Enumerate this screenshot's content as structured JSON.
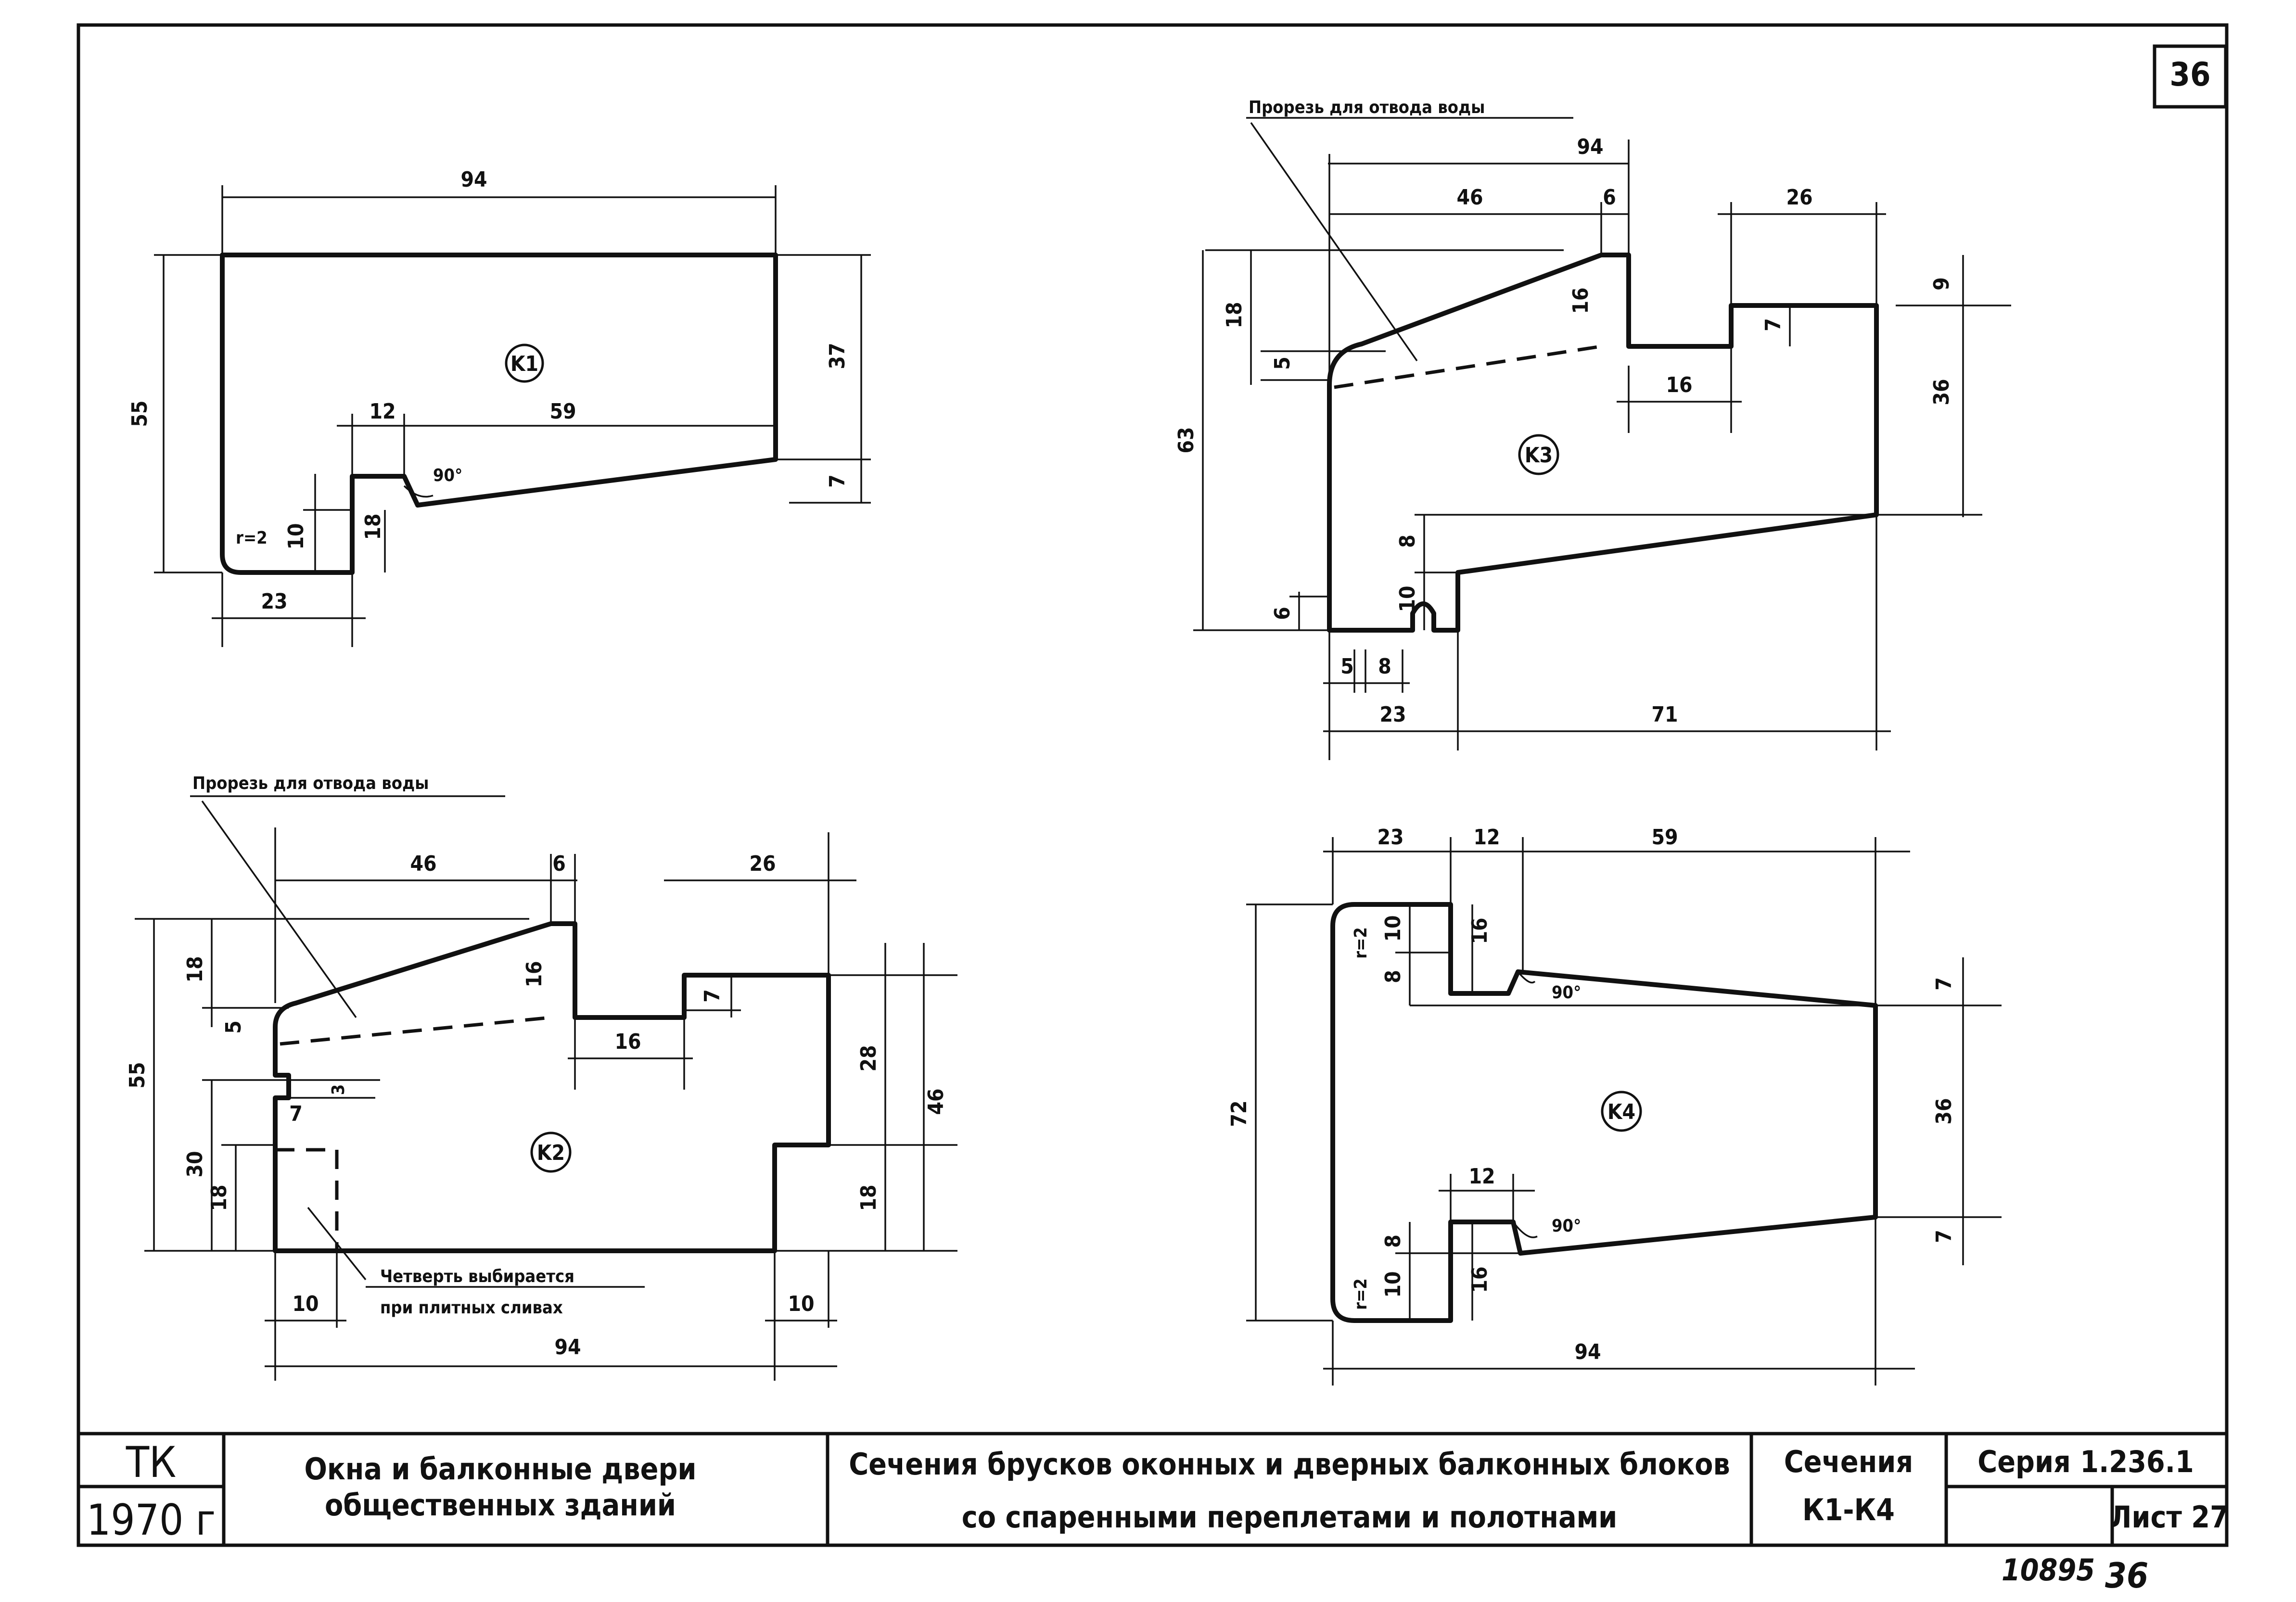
{
  "sheet": {
    "corner_number": "36"
  },
  "section_k1": {
    "label": "K1",
    "dims": {
      "top": "94",
      "left": "55",
      "right_upper": "37",
      "right_lower": "7",
      "mid_12": "12",
      "mid_59": "59",
      "angle": "90°",
      "radius": "r=2",
      "h10": "10",
      "h18": "18",
      "bottom": "23"
    }
  },
  "section_k3": {
    "note": "Прорезь для отвода воды",
    "label": "K3",
    "dims": {
      "total": "94",
      "d46": "46",
      "d6": "6",
      "d26": "26",
      "l18": "18",
      "l5": "5",
      "l16": "16",
      "r9": "9",
      "r7": "7",
      "r36": "36",
      "mid16": "16",
      "h63": "63",
      "h8": "8",
      "h10": "10",
      "h6": "6",
      "b5": "5",
      "b8": "8",
      "b23": "23",
      "b71": "71"
    }
  },
  "section_k2": {
    "note": "Прорезь для отвода воды",
    "label": "K2",
    "note_bottom_1": "Четверть выбирается",
    "note_bottom_2": "при плитных сливах",
    "dims": {
      "d46": "46",
      "d6": "6",
      "d26": "26",
      "l18": "18",
      "l5": "5",
      "l55": "55",
      "l16": "16",
      "mid16": "16",
      "r7": "7",
      "r28": "28",
      "r46": "46",
      "r18": "18",
      "l3": "3",
      "l7": "7",
      "l30": "30",
      "l18b": "18",
      "b10a": "10",
      "b10b": "10",
      "b94": "94"
    }
  },
  "section_k4": {
    "label": "K4",
    "dims": {
      "t23": "23",
      "t12": "12",
      "t59": "59",
      "h72": "72",
      "r7a": "7",
      "r36": "36",
      "r7b": "7",
      "top10": "10",
      "top8": "8",
      "top16": "16",
      "angle_top": "90°",
      "radius_top": "r=2",
      "mid12": "12",
      "angle_bot": "90°",
      "bot8": "8",
      "bot10": "10",
      "bot16": "16",
      "radius_bot": "r=2",
      "b94": "94"
    }
  },
  "title_block": {
    "org": "ТК",
    "year": "1970 г",
    "subject_1": "Окна и балконные двери",
    "subject_2": "общественных зданий",
    "title_1": "Сечения брусков оконных и дверных балконных блоков",
    "title_2": "со спаренными переплетами и полотнами",
    "sections_1": "Сечения",
    "sections_2": "К1-К4",
    "series": "Серия 1.236.1",
    "sheet": "Лист 27",
    "handwritten_1": "10895",
    "handwritten_2": "36"
  }
}
